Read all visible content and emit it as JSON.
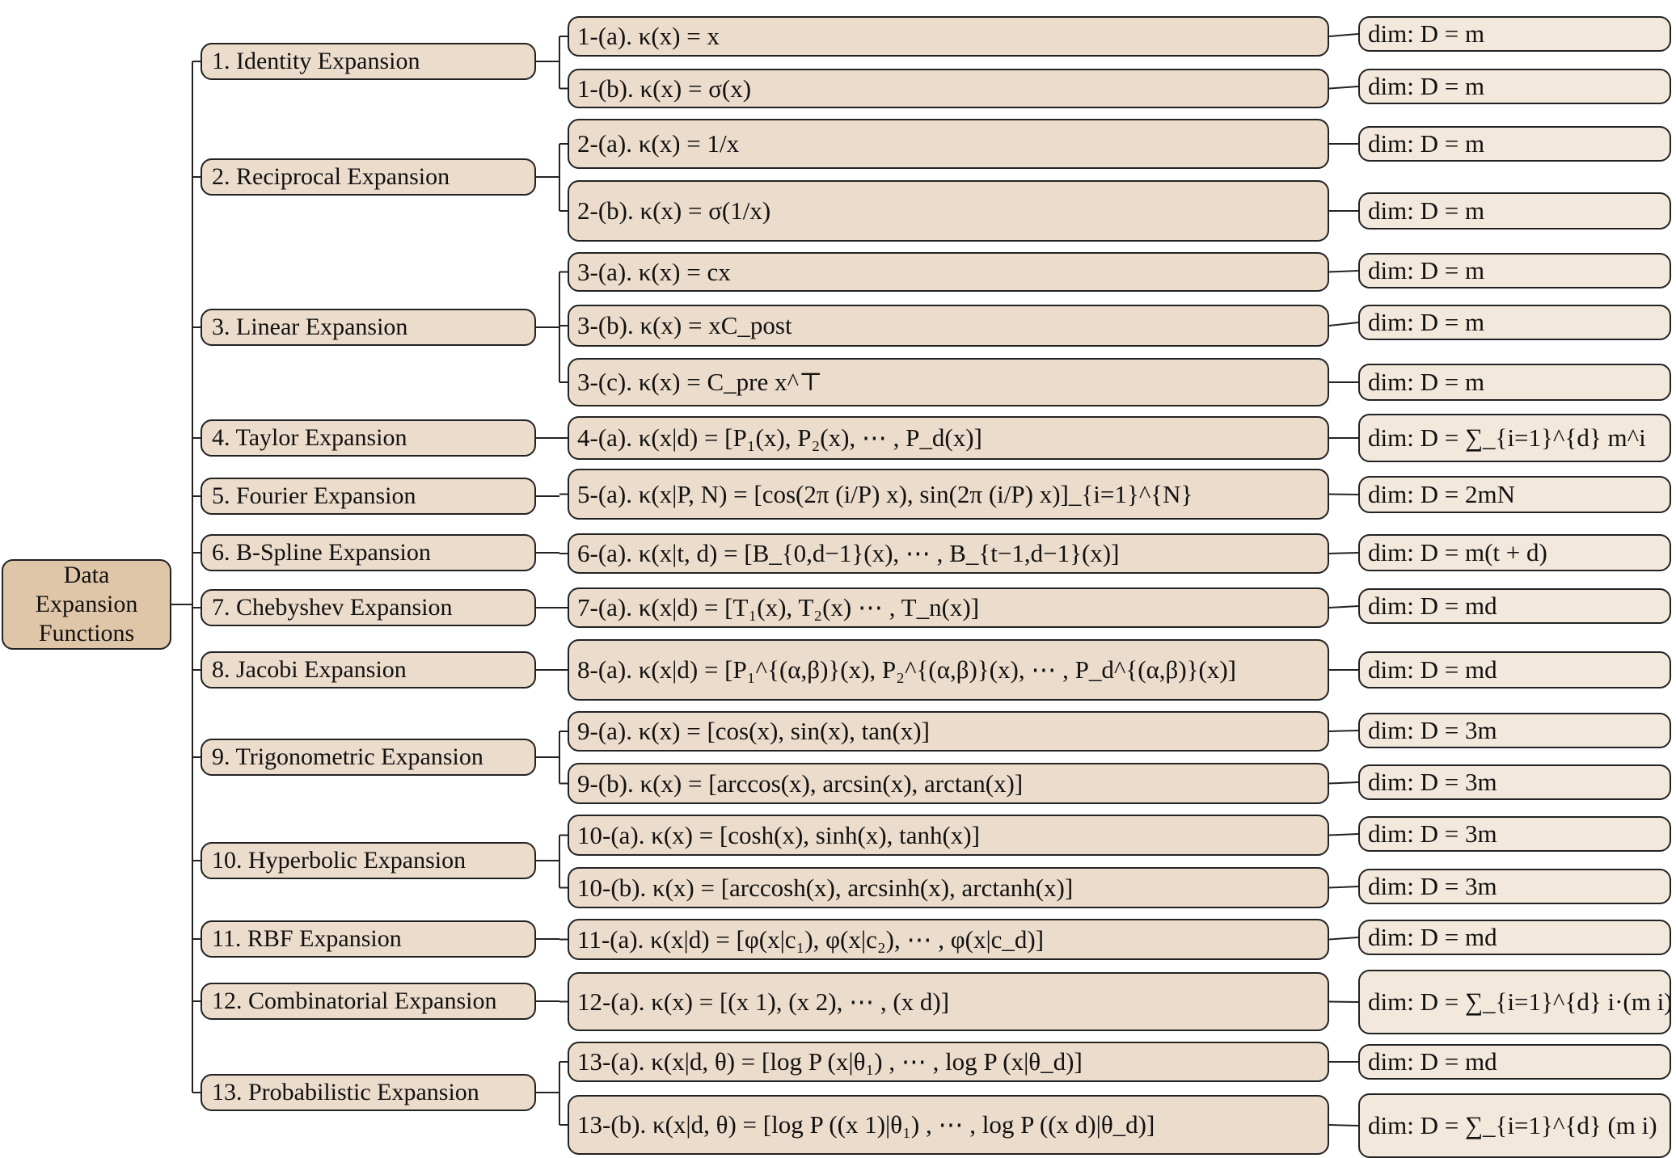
{
  "root": {
    "lines": [
      "Data",
      "Expansion",
      "Functions"
    ]
  },
  "categories": [
    {
      "label": "1.  Identity Expansion",
      "formulas": [
        {
          "text": "1-(a).  κ(x) = x",
          "dim": "dim:  D = m"
        },
        {
          "text": "1-(b).  κ(x) = σ(x)",
          "dim": "dim:  D = m"
        }
      ]
    },
    {
      "label": "2.  Reciprocal Expansion",
      "formulas": [
        {
          "text": "2-(a).  κ(x) = 1/x",
          "dim": "dim:  D = m"
        },
        {
          "text": "2-(b).  κ(x) = σ(1/x)",
          "dim": "dim:  D = m"
        }
      ]
    },
    {
      "label": "3.  Linear Expansion",
      "formulas": [
        {
          "text": "3-(a).  κ(x) = cx",
          "dim": "dim:  D = m"
        },
        {
          "text": "3-(b).  κ(x) = xC_post",
          "dim": "dim:  D = m"
        },
        {
          "text": "3-(c).  κ(x) = C_pre x^⊤",
          "dim": "dim:  D = m"
        }
      ]
    },
    {
      "label": "4.  Taylor Expansion",
      "formulas": [
        {
          "text": "4-(a).  κ(x|d) = [P₁(x), P₂(x), ⋯ , P_d(x)]",
          "dim": "dim:  D = ∑_{i=1}^{d} m^i"
        }
      ]
    },
    {
      "label": "5.  Fourier Expansion",
      "formulas": [
        {
          "text": "5-(a).  κ(x|P, N) = [cos(2π (i/P) x), sin(2π (i/P) x)]_{i=1}^{N}",
          "dim": "dim:  D = 2mN"
        }
      ]
    },
    {
      "label": "6.  B-Spline Expansion",
      "formulas": [
        {
          "text": "6-(a).  κ(x|t, d) = [B_{0,d−1}(x), ⋯ , B_{t−1,d−1}(x)]",
          "dim": "dim:  D = m(t + d)"
        }
      ]
    },
    {
      "label": "7.  Chebyshev Expansion",
      "formulas": [
        {
          "text": "7-(a).  κ(x|d) = [T₁(x), T₂(x) ⋯ , T_n(x)]",
          "dim": "dim:  D = md"
        }
      ]
    },
    {
      "label": "8.  Jacobi Expansion",
      "formulas": [
        {
          "text": "8-(a).  κ(x|d) = [P₁^{(α,β)}(x), P₂^{(α,β)}(x), ⋯ , P_d^{(α,β)}(x)]",
          "dim": "dim:  D = md"
        }
      ]
    },
    {
      "label": "9.  Trigonometric Expansion",
      "formulas": [
        {
          "text": "9-(a).  κ(x) = [cos(x), sin(x), tan(x)]",
          "dim": "dim:  D = 3m"
        },
        {
          "text": "9-(b).  κ(x) = [arccos(x), arcsin(x), arctan(x)]",
          "dim": "dim:  D = 3m"
        }
      ]
    },
    {
      "label": "10.  Hyperbolic Expansion",
      "formulas": [
        {
          "text": "10-(a).  κ(x) = [cosh(x), sinh(x), tanh(x)]",
          "dim": "dim:  D = 3m"
        },
        {
          "text": "10-(b).  κ(x) = [arccosh(x), arcsinh(x), arctanh(x)]",
          "dim": "dim:  D = 3m"
        }
      ]
    },
    {
      "label": "11.  RBF Expansion",
      "formulas": [
        {
          "text": "11-(a).  κ(x|d) = [φ(x|c₁), φ(x|c₂), ⋯ , φ(x|c_d)]",
          "dim": "dim:  D = md"
        }
      ]
    },
    {
      "label": "12.  Combinatorial Expansion",
      "formulas": [
        {
          "text": "12-(a).  κ(x) = [(x 1), (x 2), ⋯ , (x d)]",
          "dim": "dim:  D = ∑_{i=1}^{d} i·(m i)"
        }
      ]
    },
    {
      "label": "13.  Probabilistic Expansion",
      "formulas": [
        {
          "text": "13-(a).  κ(x|d, θ) = [log P (x|θ₁) , ⋯ , log P (x|θ_d)]",
          "dim": "dim:  D = md"
        },
        {
          "text": "13-(b).  κ(x|d, θ) = [log P ((x 1)|θ₁) , ⋯ , log P ((x d)|θ_d)]",
          "dim": "dim:  D = ∑_{i=1}^{d} (m i)"
        }
      ]
    }
  ]
}
